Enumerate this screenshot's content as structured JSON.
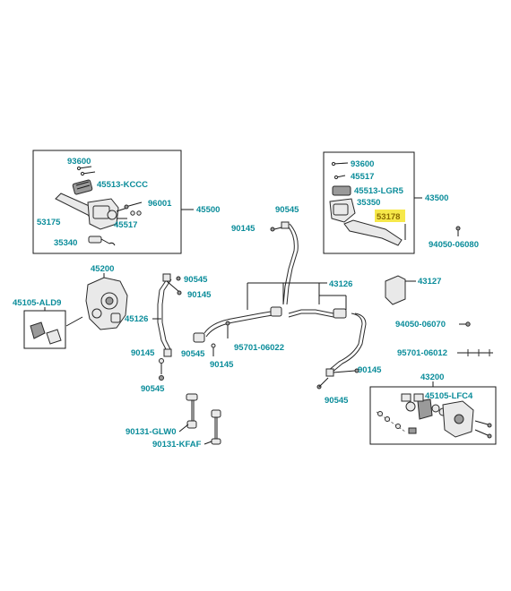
{
  "labels": {
    "p93600a": "93600",
    "p45513kccc": "45513-KCCC",
    "p96001": "96001",
    "p45500": "45500",
    "p53175": "53175",
    "p45517a": "45517",
    "p35340": "35340",
    "p93600b": "93600",
    "p45517b": "45517",
    "p45513lgr5": "45513-LGR5",
    "p35350": "35350",
    "p43500": "43500",
    "p53178": "53178",
    "p94050_06080": "94050-06080",
    "p90545a": "90545",
    "p90145a": "90145",
    "p45200": "45200",
    "p90545b": "90545",
    "p90145b": "90145",
    "p43126": "43126",
    "p43127": "43127",
    "p45105ald9": "45105-ALD9",
    "p45126": "45126",
    "p94050_06070": "94050-06070",
    "p90545c": "90545",
    "p95701_06022": "95701-06022",
    "p90145c": "90145",
    "p95701_06012": "95701-06012",
    "p90145d": "90145",
    "p90545d": "90545",
    "p90145e": "90145",
    "p43200": "43200",
    "p90545e": "90545",
    "p45105lfc4": "45105-LFC4",
    "p90131glw0": "90131-GLW0",
    "p90131kfaf": "90131-KFAF"
  },
  "highlight_color": "#f6e84a",
  "label_color": "#0a8c9a"
}
